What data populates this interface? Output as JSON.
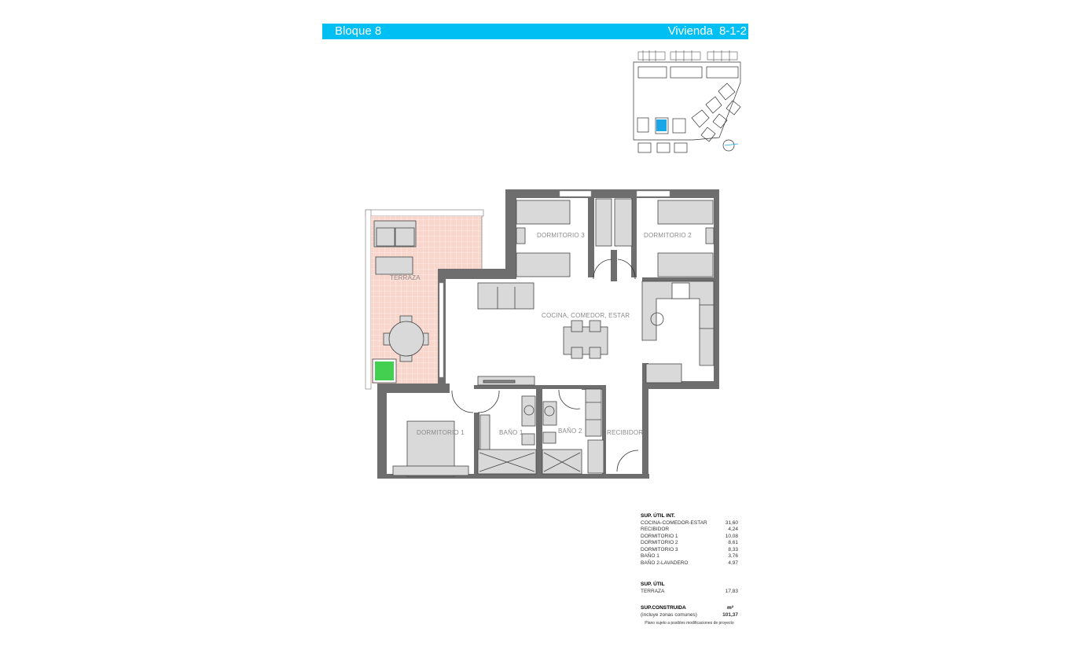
{
  "header": {
    "block_label": "Bloque 8",
    "unit_label": "Vivienda",
    "unit_code": "8-1-2",
    "color": "#00bff3"
  },
  "site_plan": {
    "highlight_color": "#1aa7e8",
    "icon": "site-plan-with-compass"
  },
  "rooms": {
    "dormitorio_3": "DORMITORIO 3",
    "dormitorio_2": "DORMITORIO 2",
    "terraza": "TERRAZA",
    "cocina": "COCINA, COMEDOR, ESTAR",
    "dormitorio_1": "DORMITORIO 1",
    "bano_1": "BAÑO 1",
    "bano_2": "BAÑO 2",
    "recibidor": "RECIBIDOR"
  },
  "colors": {
    "terrace": "#f9d6cc",
    "walls": "#6e6e6e",
    "plant": "#22c832"
  },
  "surfaces": {
    "interior_title": "SUP. ÚTIL INT.",
    "interior": [
      {
        "name": "COCINA-COMEDOR-ESTAR",
        "value": "31,60"
      },
      {
        "name": "RECIBIDOR",
        "value": "4,24"
      },
      {
        "name": "DORMITORIO 1",
        "value": "10,08"
      },
      {
        "name": "DORMITORIO 2",
        "value": "8,61"
      },
      {
        "name": "DORMITORIO 3",
        "value": "8,33"
      },
      {
        "name": "BAÑO 1",
        "value": "3,76"
      },
      {
        "name": "BAÑO 2-LAVADERO",
        "value": "4,97"
      }
    ],
    "useful_title": "SUP. ÚTIL",
    "useful": [
      {
        "name": "TERRAZA",
        "value": "17,83"
      }
    ],
    "built_title": "SUP.CONSTRUIDA",
    "built_unit": "m²",
    "built_note": "(incluye zonas comunes)",
    "built_value": "101,37",
    "disclaimer": "Plano sujeto a posibles modificaciones de proyecto"
  }
}
